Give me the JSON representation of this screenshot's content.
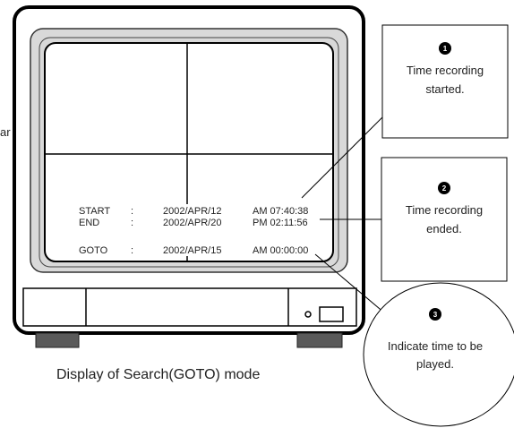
{
  "cut_text": "ar",
  "screen": {
    "start": {
      "label": "START",
      "sep": ":",
      "date": "2002/APR/12",
      "time": "AM 07:40:38"
    },
    "end": {
      "label": "END",
      "sep": ":",
      "date": "2002/APR/20",
      "time": "PM 02:11:56"
    },
    "goto": {
      "label": "GOTO",
      "sep": ":",
      "date": "2002/APR/15",
      "time": "AM 00:00:00"
    }
  },
  "callouts": [
    {
      "number": "1",
      "line1": "Time recording",
      "line2": "started."
    },
    {
      "number": "2",
      "line1": "Time recording",
      "line2": "ended."
    },
    {
      "number": "3",
      "line1": "Indicate time to be",
      "line2": "played."
    }
  ],
  "caption": "Display of Search(GOTO) mode"
}
